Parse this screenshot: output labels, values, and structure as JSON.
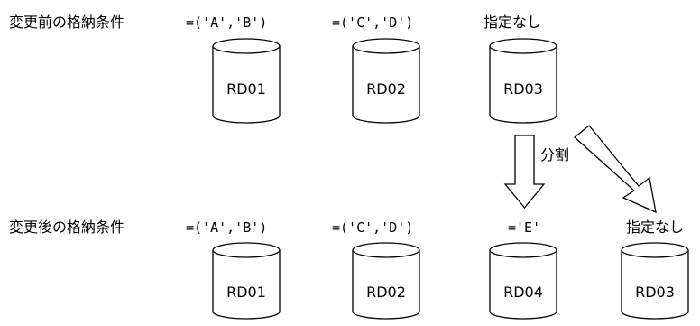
{
  "before": {
    "label": "変更前の格納条件",
    "conditions": [
      "=('A','B')",
      "=('C','D')",
      "指定なし"
    ],
    "areas": [
      "RD01",
      "RD02",
      "RD03"
    ]
  },
  "split_label": "分割",
  "after": {
    "label": "変更後の格納条件",
    "conditions": [
      "=('A','B')",
      "=('C','D')",
      "='E'",
      "指定なし"
    ],
    "areas": [
      "RD01",
      "RD02",
      "RD04",
      "RD03"
    ]
  }
}
